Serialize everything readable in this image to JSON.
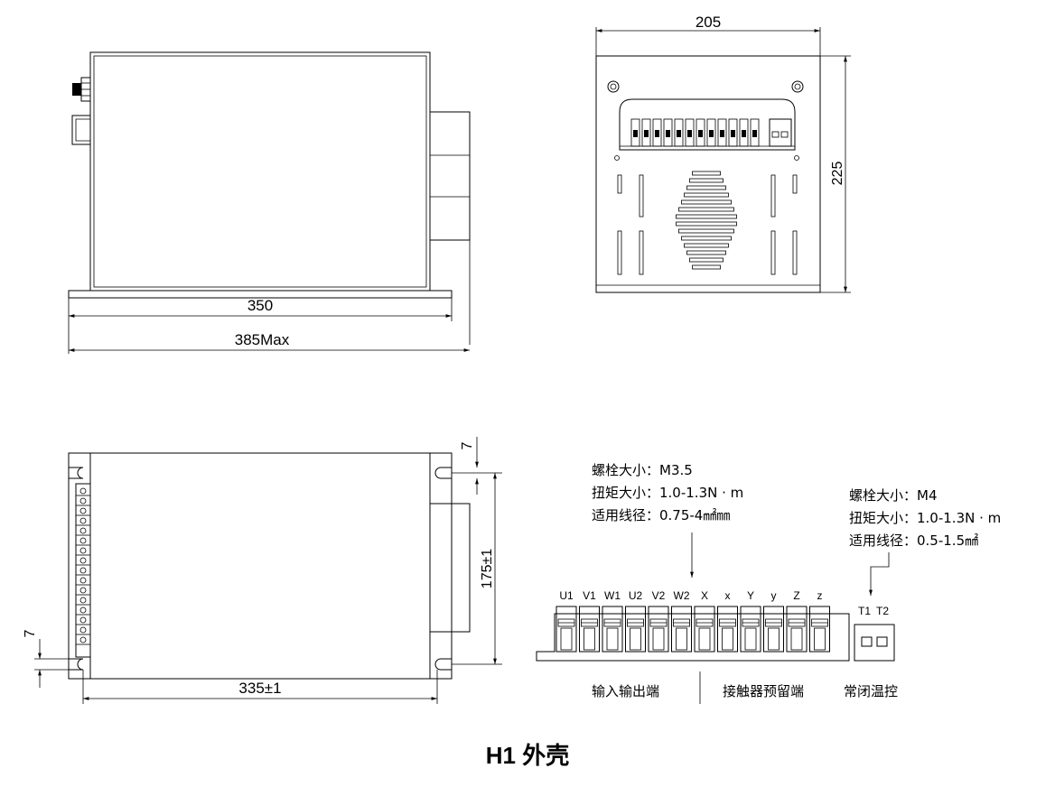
{
  "title": "H1 外壳",
  "side_view": {
    "width_label": "350",
    "max_label": "385Max"
  },
  "front_view": {
    "width_label": "205",
    "height_label": "225"
  },
  "top_view": {
    "slot_label_top": "7",
    "slot_label_left": "7",
    "hole_spacing_label": "175±1",
    "hole_distance_label": "335±1"
  },
  "terminal_spec_main": {
    "bolt": "螺栓大小：M3.5",
    "torque": "扭矩大小：1.0-1.3N · m",
    "wire": "适用线径：0.75-4㎟㎜"
  },
  "terminal_spec_thermo": {
    "bolt": "螺栓大小：M4",
    "torque": "扭矩大小：1.0-1.3N · m",
    "wire": "适用线径：0.5-1.5㎟"
  },
  "terminals": [
    "U1",
    "V1",
    "W1",
    "U2",
    "V2",
    "W2",
    "X",
    "x",
    "Y",
    "y",
    "Z",
    "z"
  ],
  "thermo_terminals": [
    "T1",
    "T2"
  ],
  "groups": {
    "io": "输入输出端",
    "contactor": "接触器预留端",
    "thermo": "常闭温控"
  }
}
